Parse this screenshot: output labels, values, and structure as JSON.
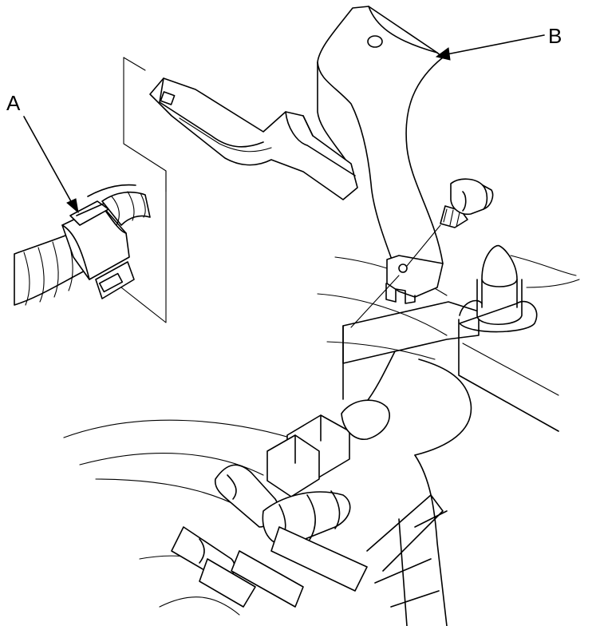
{
  "callouts": {
    "a": "A",
    "b": "B"
  },
  "parts": [
    {
      "name": "harness-clip",
      "callout": "A"
    },
    {
      "name": "bracket",
      "callout": "B"
    }
  ],
  "colors": {
    "line": "#000000",
    "background": "#ffffff"
  }
}
